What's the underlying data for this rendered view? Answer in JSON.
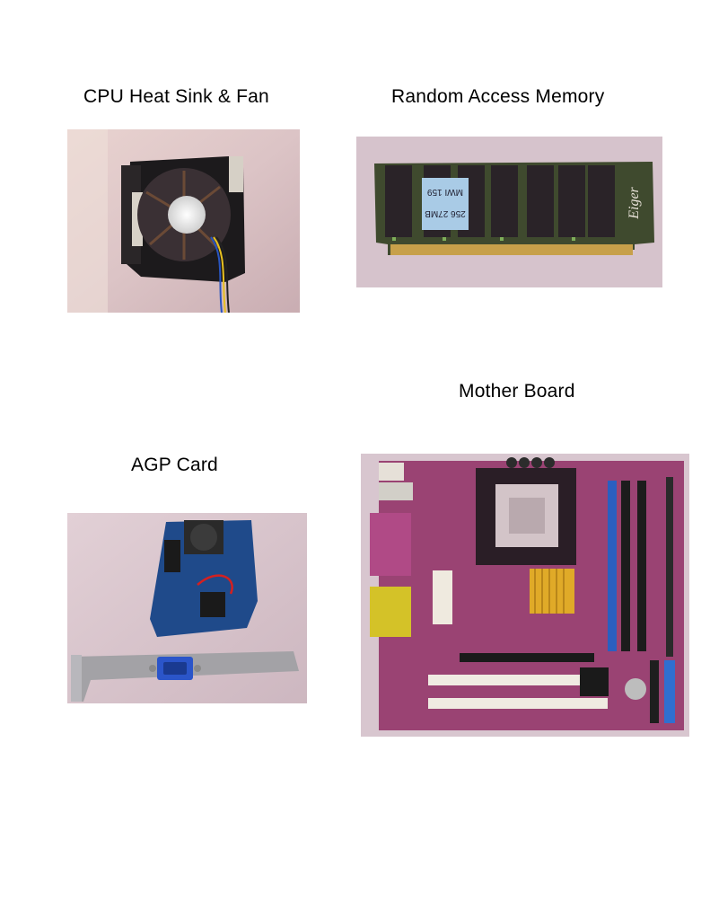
{
  "captions": {
    "cpu": "CPU Heat Sink & Fan",
    "ram": "Random Access Memory",
    "motherboard": "Mother Board",
    "agp": "AGP Card"
  },
  "ram_label": {
    "line1": "256 27MB",
    "line2": "MWI 159"
  },
  "ram_brand": "Eiger"
}
